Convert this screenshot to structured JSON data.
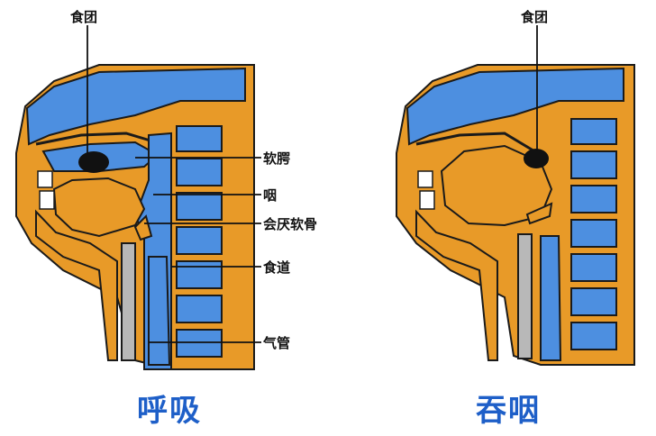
{
  "left_panel": {
    "caption": "呼吸",
    "labels": {
      "bolus": "食团",
      "soft_palate": "软腭",
      "pharynx": "咽",
      "epiglottis": "会厌软骨",
      "esophagus": "食道",
      "trachea": "气管"
    }
  },
  "right_panel": {
    "caption": "吞咽",
    "labels": {
      "bolus": "食团"
    }
  },
  "colors": {
    "tissue": "#e89a28",
    "cavity": "#4d8fe0",
    "outline": "#1a1a1a",
    "caption": "#1e5fc8"
  }
}
